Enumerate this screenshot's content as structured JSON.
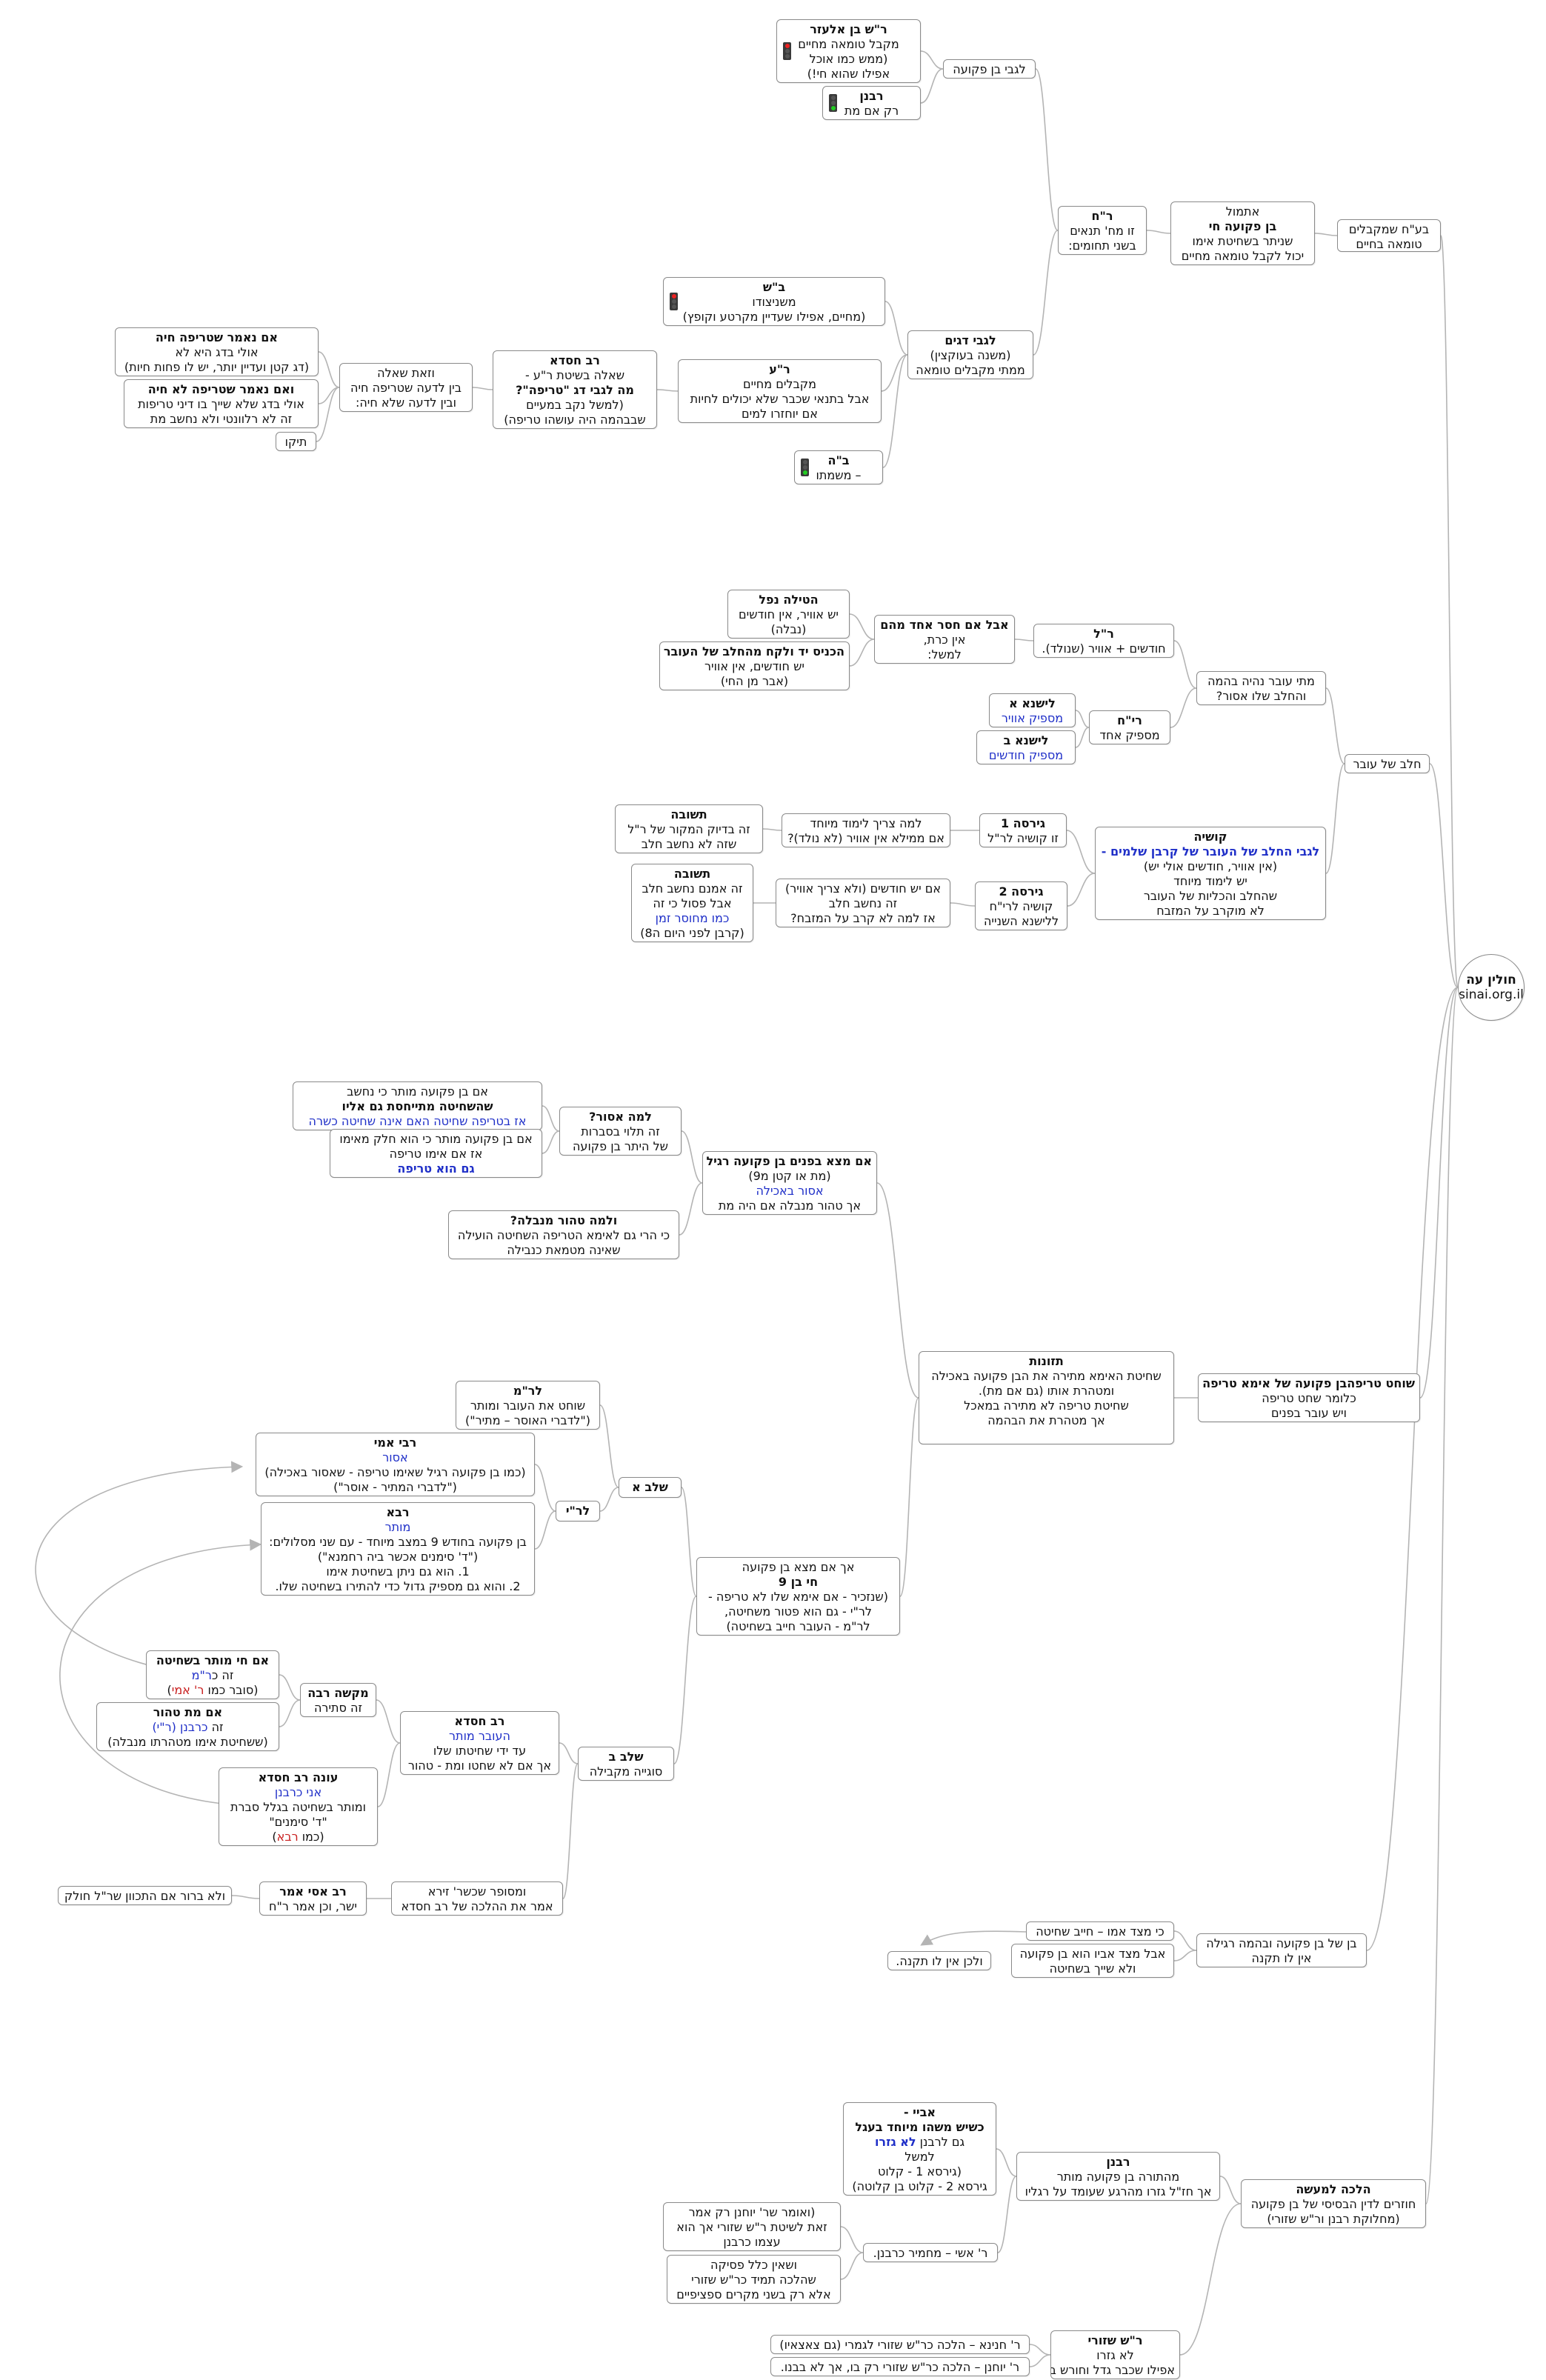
{
  "root": {
    "title": "חולין עה",
    "site": "sinai.org.il"
  },
  "nodes": {
    "n_baalchaim": [
      "בע\"ח שמקבלים",
      "טומאה בחיים"
    ],
    "n_etmol": [
      "אתמול",
      "בן פקועה חי",
      "שניתר בשחיטת אימו",
      "יכול לקבל טומאה מחיים"
    ],
    "n_rch": [
      "ר\"ח",
      "זו מח' תנאים",
      "בשני תחומים:"
    ],
    "n_lgabei_bp": [
      "לגבי בן פקועה"
    ],
    "n_rsh_elazar": [
      "ר\"ש בן אלעזר",
      "מקבל טומאה מחיים",
      "(ממש כמו אוכל",
      "אפילו שהוא חי!)"
    ],
    "n_rabanan_1": [
      "רבנן",
      "רק אם מת"
    ],
    "n_lgabei_dagim": [
      "לגבי דגים",
      "(משנה בעוקצין)",
      "ממתי מקבלים טומאה"
    ],
    "n_bs": [
      "ב\"ש",
      "משניצודו",
      "(מחיים, אפילו שעדיין מקרטע וקופץ)"
    ],
    "n_ra": [
      "ר\"ע",
      "מקבלים מחיים",
      "אבל בתנאי שכבר שלא יכולים לחיות",
      "אם יוחזרו למים"
    ],
    "n_bh": [
      "ב\"ה",
      "– משמתו"
    ],
    "n_rav_chisda_1": [
      "רב חסדא",
      "שאלה בשיטת ר\"ע -",
      "מה לגבי דג \"טריפה\"?",
      "(למשל נקב במעיים",
      "שבבהמה היה עושהו טריפה)"
    ],
    "n_vezot": [
      "וזאת שאלה",
      "בין לדעה שטריפה חיה",
      "ובין לדעה שלא חיה:"
    ],
    "n_im_chaya": [
      "אם נאמר שטריפה חיה",
      "אולי בדג היא לא",
      "(דג קטן ועדיין יותר, יש לו פחות חיות)"
    ],
    "n_im_lo_chaya": [
      "ואם נאמר שטריפה לא חיה",
      "אולי בדג שלא שייך בו דיני טריפות",
      "זה לא רלוונטי ולא נחשב מת"
    ],
    "n_teiku": [
      "תיקו"
    ],
    "n_chalev": [
      "חלב של עובר"
    ],
    "n_matai": [
      "מתי עובר נהיה בהמה",
      "והחלב שלו אסור?"
    ],
    "n_rl": [
      "ר\"ל",
      "חודשים + אוויר (שנולד)."
    ],
    "n_aval_chaser": [
      "אבל אם חסר אחד מהם",
      "אין כרת,",
      "למשל:"
    ],
    "n_hatila": [
      "הטילה נפל",
      "יש אוויר, אין חודשים",
      "(נבלה)"
    ],
    "n_hachnis": [
      "הכניס יד ולקח מהחלב של העובר",
      "יש חודשים, אין אוויר",
      "(אבר מן החי)"
    ],
    "n_rch_2": [
      "רי\"ח",
      "מספיק אחד"
    ],
    "n_lishna_a": [
      "לישנא א",
      "מספיק אוויר"
    ],
    "n_lishna_b": [
      "לישנא ב",
      "מספיק חודשים"
    ],
    "n_kushia": [
      "קושיה",
      "לגבי החלב של העובר של קרבן שלמים -",
      "(אין אוויר, חודשים אולי יש)",
      "יש לימוד מיוחד",
      "שהחלב והכליות של העובר",
      "לא מוקרב על המזבח"
    ],
    "n_girsa1": [
      "גירסה 1",
      "זו קושיה לר\"ל"
    ],
    "n_lama_tzarich": [
      "למה צריך לימוד מיוחד",
      "אם ממילא אין אוויר (לא נולד)?"
    ],
    "n_teshuva1": [
      "תשובה",
      "זה בדיוק המקור של ר\"ל",
      "שזה לא נחשב חלב"
    ],
    "n_girsa2": [
      "גירסה 2",
      "קושיה לרי\"ח",
      "ללישנא השנייה"
    ],
    "n_im_yesh": [
      "אם יש חודשים (ולא צריך אוויר)",
      "זה נחשב חלב",
      "אז למה לא קרב על המזבח?"
    ],
    "n_teshuva2": [
      "תשובה",
      "זה אמנם נחשב חלב",
      "אבל פסול כי זה",
      "כמו מחוסר זמן",
      "(קרבן לפני היום ה8)"
    ],
    "n_shochet": [
      "שוחט טריפהבן פקועה של אימא טריפה",
      "כלומר שחט טריפה",
      "ויש עובר בפנים"
    ],
    "n_tzunot": [
      "תזונות",
      "שחיטת האימא מתירה את הבן פקועה באכילה",
      "ומטהרת אותו (גם אם מת).",
      "",
      "שחיטת טריפה לא מתירה במאכל",
      "אך מטהרת את הבהמה"
    ],
    "n_im_matza": [
      "אם מצא בפנים בן פקועה רגיל",
      "(מת או קטן מ9)",
      "אסור באכילה",
      "אך טהור מנבלה  אם היה מת"
    ],
    "n_lama_asur": [
      "למה אסור?",
      "זה תלוי בסברות",
      "של היתר בן פקועה"
    ],
    "n_im_bp_shechita": [
      "אם בן פקועה מותר כי נחשב",
      "שהשחיטה מתייחסת גם אליו",
      "אז בטריפה שחיטה האם אינה שחיטה כשרה"
    ],
    "n_im_bp_chelek": [
      "אם בן פקועה מותר כי הוא חלק מאימו",
      "אז אם אימו טריפה",
      "גם הוא טריפה"
    ],
    "n_ulma_tahor": [
      "ולמה טהור מנבלה?",
      "כי הרי גם לאימא הטריפה השחיטה הועילה",
      "שאינה מטמאת כנבילה"
    ],
    "n_ach_im_matza": [
      "אך אם מצא בן פקועה",
      "חי בן 9",
      "(שנזכיר - אם אימא שלו לא טריפה -",
      "לר\"י - גם הוא פטור משחיטה,",
      "לר\"מ - העובר חייב בשחיטה)"
    ],
    "n_shalav_a": [
      "שלב א"
    ],
    "n_rm": [
      "לר\"מ",
      "שוחט את העובר ומותר",
      "(\"לדברי האוסר – מתיר\")"
    ],
    "n_ri": [
      "לר\"י"
    ],
    "n_rabbi_ami": [
      "רבי אמי",
      "אסור",
      "(כמו בן פקועה רגיל שאימו טריפה - שאסור באכילה)",
      "(\"לדברי המתיר - אוסר\")"
    ],
    "n_rava": [
      "רבא",
      "מותר",
      "בן פקועה בחודש 9 במצב מיוחד - עם שני מסלולים:",
      "(\"ד' סימנים אכשר ביה רחמנא\")",
      "1. הוא גם ניתן בשחיטת אימו",
      "2. והוא גם  מספיק גדול כדי להתירו בשחיטה שלו."
    ],
    "n_shalav_b": [
      "שלב ב",
      "סוגייה מקבילה"
    ],
    "n_rav_chisda_2": [
      "רב חסדא",
      "העובר מותר",
      "עד ידי שחיטתו שלו",
      "אך אם לא שחטו ומת - טהור"
    ],
    "n_makshe_rabba": [
      "מקשה רבה",
      "זה סתירה"
    ],
    "n_im_mutar": [
      "אם חי מותר בשחיטה",
      "זה כר\"מ",
      "(סובר כמו ר' אמי)"
    ],
    "n_im_met": [
      "אם מת טהור",
      "זה כרבנן (ר\"י)",
      "(ששחיטת אימו מטהרתו מנבלה)"
    ],
    "n_one_rav_chisda": [
      "עונה רב חסדא",
      "אני כרבנן",
      "ומותר בשחיטה בגלל סברת",
      "\"ד' סימנים\"",
      "(כמו רבא)"
    ],
    "n_umesupar": [
      "ומסופר שכשר' זירא",
      "אמר את ההלכה של רב חסדא"
    ],
    "n_rav_asi": [
      "רב אסי אמר",
      "ישר, וכן אמר ר\"ח"
    ],
    "n_velo_barur": [
      "ולא ברור אם התכוון שר\"ל חולק"
    ],
    "n_ben_shel": [
      "בן של בן פקועה ובהמה רגילה",
      "אין לו תקנה"
    ],
    "n_ki_mitzad": [
      "כי מצד אמו – חייב שחיטה"
    ],
    "n_aval_mitzad": [
      "אבל מצד אביו הוא בן פקועה",
      "ולא שייך בשחיטה"
    ],
    "n_ulchen": [
      "ולכן אין לו תקנה."
    ],
    "n_halacha": [
      "הלכה למעשה",
      "חוזרים לדין הבסיסי של בן פקועה",
      "(מחלוקת רבנן ור\"ש שזורי)"
    ],
    "n_rabanan_2": [
      "רבנן",
      "מהתורה בן פקועה מותר",
      "אך חז\"ל גזרו מהרגע שעומד על רגליו"
    ],
    "n_abaye": [
      "אביי -",
      "כשיש משהו מיוחד בעגל",
      "גם לרבנן לא גזרו",
      "למשל",
      "(גירסא 1 - קלוט",
      "גירסא 2 - קלוט בן קלוטה)"
    ],
    "n_rav_ashi": [
      "ר' אשי – מחמיר כרבנן."
    ],
    "n_veomer": [
      "(ואומר שר' יוחנן רק אמר",
      "זאת לשיטת ר\"ש שזורי אך הוא",
      "עצמו כרבנן"
    ],
    "n_veein": [
      "ושאין כלל פסיקה",
      "שהלכה תמיד כר\"ש שזורי",
      "אלא רק בשני מקרים ספציפיים"
    ],
    "n_rsh_shezuri": [
      "ר\"ש שזורי",
      "לא גזרו",
      "אפילו שכבר גדל וחורש בשדה"
    ],
    "n_r_chanina": [
      "ר' חנינא – הלכה כר\"ש שזורי לגמרי (גם צאצאיו)"
    ],
    "n_r_yochanan": [
      "ר' יוחנן – הלכה כר\"ש שזורי רק בו, אך לא בבנו."
    ]
  },
  "colors": {
    "line": "#b4b4b4",
    "border": "#8a8a8a",
    "blue": "#1f2fc8",
    "red": "#c81e1e",
    "green": "#22bb22"
  },
  "icons": {
    "n_rsh_elazar": "traffic-light-red-icon",
    "n_rabanan_1": "traffic-light-green-icon",
    "n_bs": "traffic-light-red-icon",
    "n_bh": "traffic-light-green-icon"
  }
}
